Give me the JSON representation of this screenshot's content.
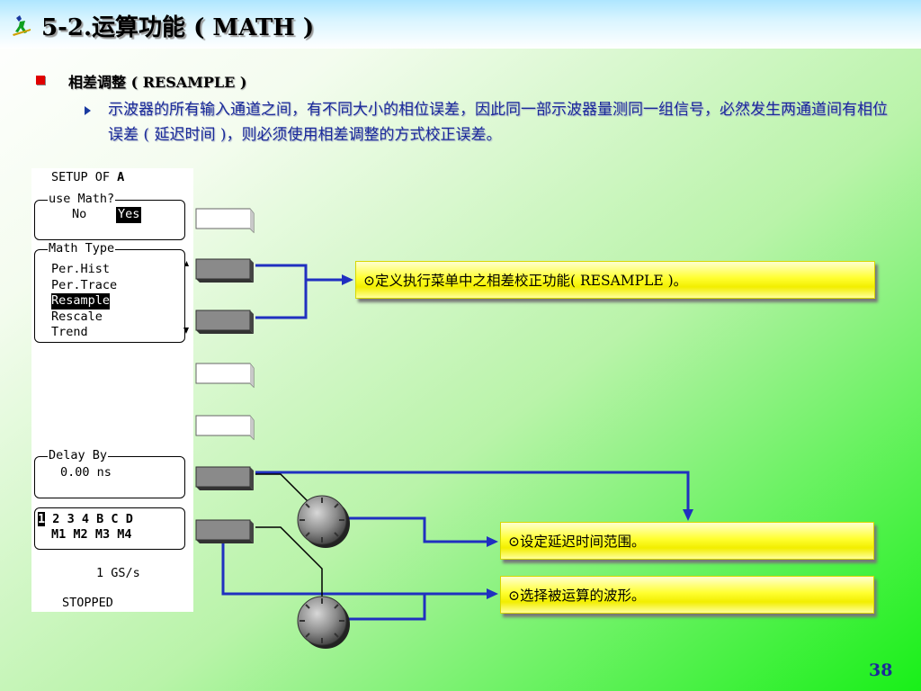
{
  "title": "5-2.运算功能 ( MATH )",
  "section": {
    "heading": "相差调整 ( RESAMPLE )",
    "description": "示波器的所有输入通道之间，有不同大小的相位误差，因此同一部示波器量测同一组信号，必然发生两通道间有相位误差 ( 延迟时间 )，则必须使用相差调整的方式校正误差。"
  },
  "scope_menu": {
    "setup_label": "SETUP OF",
    "setup_channel": "A",
    "use_math": {
      "label": "use Math?",
      "no": "No",
      "yes": "Yes"
    },
    "math_type": {
      "label": "Math Type",
      "options": [
        "Per.Hist",
        "Per.Trace",
        "Resample",
        "Rescale",
        "Trend"
      ],
      "selected": "Resample"
    },
    "delay_by": {
      "label": "Delay By",
      "value": "0.00 ns"
    },
    "sources": {
      "row1": [
        "1",
        "2",
        "3",
        "4",
        "B",
        "C",
        "D"
      ],
      "row2": [
        "M1",
        "M2",
        "M3",
        "M4"
      ]
    },
    "sample_rate": "1 GS/s",
    "status": "STOPPED"
  },
  "callouts": {
    "define": "⊙定义执行菜单中之相差校正功能( RESAMPLE )。",
    "delay": "⊙设定延迟时间范围。",
    "select": "⊙选择被运算的波形。"
  },
  "page_number": "38",
  "colors": {
    "connector": "#2030c0",
    "bullet": "#e00000",
    "text_blue": "#1a2a9a",
    "callout_yellow": "#ffff30"
  }
}
